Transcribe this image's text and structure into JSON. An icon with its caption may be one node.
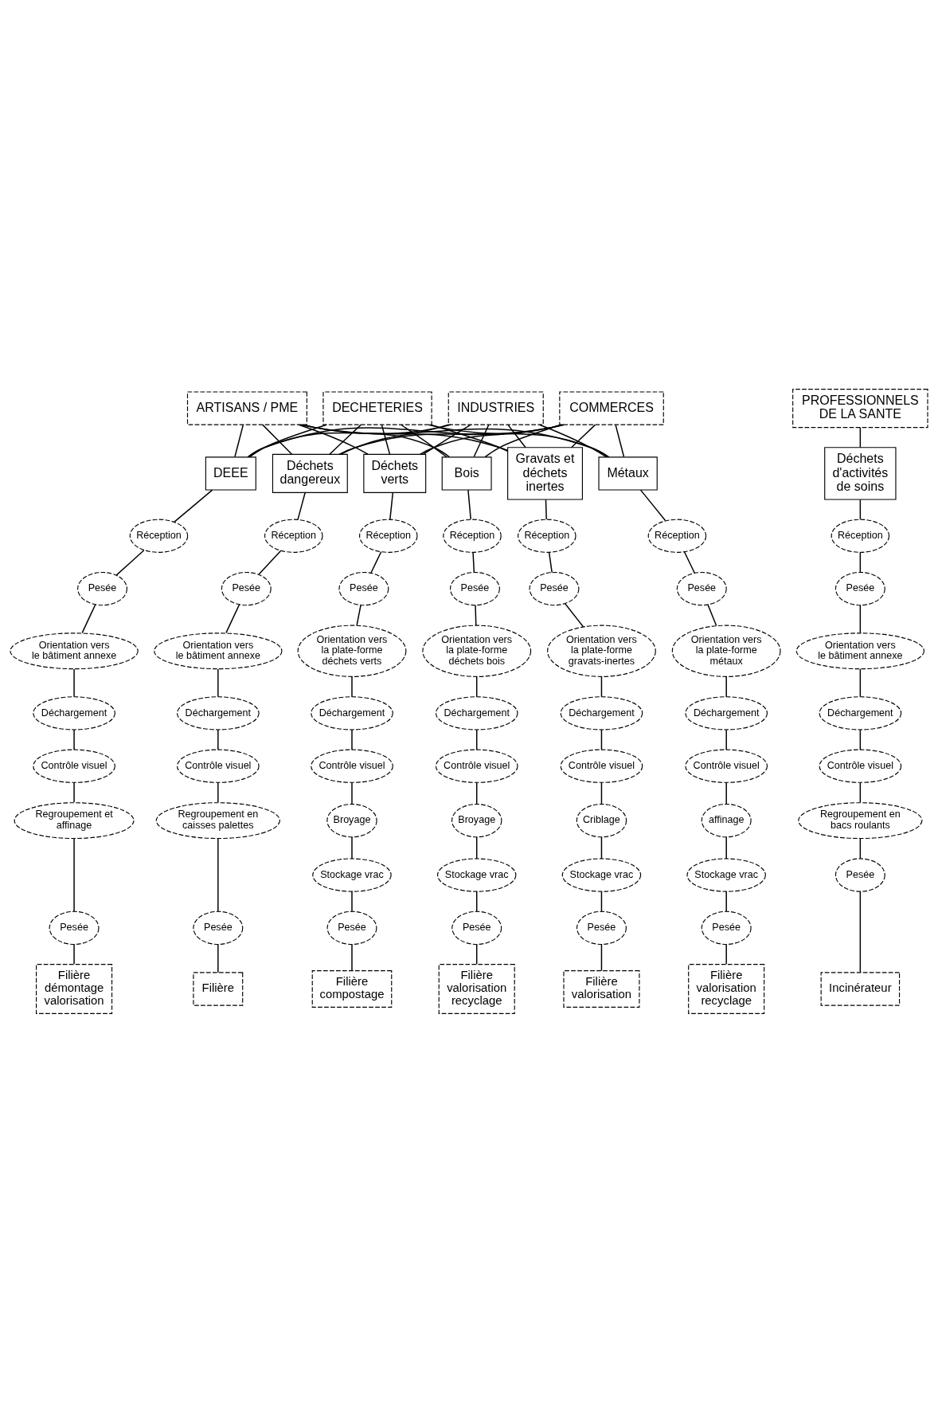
{
  "diagram": {
    "nodes": [
      {
        "text": [
          "INDUSTRIES"
        ]
      },
      {
        "text": [
          "COMMERCES"
        ]
      },
      {
        "text": [
          "ARTISANS / PME"
        ]
      },
      {
        "text": [
          "DECHETERIES"
        ]
      },
      {
        "text": [
          "PROFESSIONNELS DE LA SANTE"
        ]
      },
      {
        "text": [
          "DEEE"
        ]
      },
      {
        "text": [
          "Réception"
        ]
      },
      {
        "text": [
          "Pesée"
        ]
      },
      {
        "text": [
          "Orientation vers le bâtiment annexe"
        ]
      },
      {
        "text": [
          "Déchargement"
        ]
      },
      {
        "text": [
          "Contrôle visuel"
        ]
      },
      {
        "text": [
          "Regroupement et affinage"
        ]
      },
      {
        "text": [
          "Pesée"
        ]
      },
      {
        "text": [
          "Filière démontage valorisation"
        ]
      },
      {
        "text": [
          "Déchets dangereux"
        ]
      },
      {
        "text": [
          "Réception"
        ]
      },
      {
        "text": [
          "Pesée"
        ]
      },
      {
        "text": [
          "Orientation vers le bâtiment annexe"
        ]
      },
      {
        "text": [
          "Déchargement"
        ]
      },
      {
        "text": [
          "Contrôle visuel"
        ]
      },
      {
        "text": [
          "Regroupement en caisses palettes"
        ]
      },
      {
        "text": [
          "Pesée"
        ]
      },
      {
        "text": [
          "Filière"
        ]
      },
      {
        "text": [
          "Déchets verts"
        ]
      },
      {
        "text": [
          "Réception"
        ]
      },
      {
        "text": [
          "Pesée"
        ]
      },
      {
        "text": [
          "Orientation vers la plate-forme déchets verts"
        ]
      },
      {
        "text": [
          "Déchargement"
        ]
      },
      {
        "text": [
          "Contrôle visuel"
        ]
      },
      {
        "text": [
          "Broyage"
        ]
      },
      {
        "text": [
          "Stockage vrac"
        ]
      },
      {
        "text": [
          "Pesée"
        ]
      },
      {
        "text": [
          "Filière compostage"
        ]
      },
      {
        "text": [
          "Bois"
        ]
      },
      {
        "text": [
          "Réception"
        ]
      },
      {
        "text": [
          "Pesée"
        ]
      },
      {
        "text": [
          "Orientation vers la plate-forme déchets bois"
        ]
      },
      {
        "text": [
          "Déchargement"
        ]
      },
      {
        "text": [
          "Contrôle visuel"
        ]
      },
      {
        "text": [
          "Broyage"
        ]
      },
      {
        "text": [
          "Stockage vrac"
        ]
      },
      {
        "text": [
          "Pesée"
        ]
      },
      {
        "text": [
          "Filière valorisation recyclage"
        ]
      },
      {
        "text": [
          "Gravats et déchets inertes"
        ]
      },
      {
        "text": [
          "Réception"
        ]
      },
      {
        "text": [
          "Pesée"
        ]
      },
      {
        "text": [
          "Orientation vers la plate-forme gravats-inertes"
        ]
      },
      {
        "text": [
          "Déchargement"
        ]
      },
      {
        "text": [
          "Contrôle visuel"
        ]
      },
      {
        "text": [
          "Criblage"
        ]
      },
      {
        "text": [
          "Stockage vrac"
        ]
      },
      {
        "text": [
          "Pesée"
        ]
      },
      {
        "text": [
          "Filière valorisation"
        ]
      },
      {
        "text": [
          "Métaux"
        ]
      },
      {
        "text": [
          "Réception"
        ]
      },
      {
        "text": [
          "Pesée"
        ]
      },
      {
        "text": [
          "Orientation vers la plate-forme métaux"
        ]
      },
      {
        "text": [
          "Déchargement"
        ]
      },
      {
        "text": [
          "Contrôle visuel"
        ]
      },
      {
        "text": [
          "affinage"
        ]
      },
      {
        "text": [
          "Stockage vrac"
        ]
      },
      {
        "text": [
          "Pesée"
        ]
      },
      {
        "text": [
          "Filière valorisation recyclage"
        ]
      },
      {
        "text": [
          "Déchets d'activités de soins"
        ]
      },
      {
        "text": [
          "Réception"
        ]
      },
      {
        "text": [
          "Pesée"
        ]
      },
      {
        "text": [
          "Orientation vers le bâtiment annexe"
        ]
      },
      {
        "text": [
          "Déchargement"
        ]
      },
      {
        "text": [
          "Contrôle visuel"
        ]
      },
      {
        "text": [
          "Regroupement en bacs roulants"
        ]
      },
      {
        "text": [
          "Pesée"
        ]
      },
      {
        "text": [
          "Incinérateur"
        ]
      }
    ],
    "edges": [
      {
        "from": 0,
        "to": 5,
        "arrow": "none"
      },
      {
        "from": 0,
        "to": 14,
        "arrow": "none"
      },
      {
        "from": 0,
        "to": 23,
        "arrow": "none"
      },
      {
        "from": 0,
        "to": 33,
        "arrow": "none"
      },
      {
        "from": 0,
        "to": 43,
        "arrow": "none"
      },
      {
        "from": 0,
        "to": 53,
        "arrow": "none"
      },
      {
        "from": 1,
        "to": 5,
        "arrow": "none"
      },
      {
        "from": 1,
        "to": 14,
        "arrow": "none"
      },
      {
        "from": 1,
        "to": 23,
        "arrow": "none"
      },
      {
        "from": 1,
        "to": 33,
        "arrow": "none"
      },
      {
        "from": 1,
        "to": 43,
        "arrow": "none"
      },
      {
        "from": 1,
        "to": 53,
        "arrow": "none"
      },
      {
        "from": 2,
        "to": 5,
        "arrow": "none"
      },
      {
        "from": 2,
        "to": 14,
        "arrow": "none"
      },
      {
        "from": 2,
        "to": 23,
        "arrow": "none"
      },
      {
        "from": 2,
        "to": 33,
        "arrow": "none"
      },
      {
        "from": 2,
        "to": 43,
        "arrow": "none"
      },
      {
        "from": 2,
        "to": 53,
        "arrow": "none"
      },
      {
        "from": 3,
        "to": 5,
        "arrow": "none"
      },
      {
        "from": 3,
        "to": 14,
        "arrow": "none"
      },
      {
        "from": 3,
        "to": 23,
        "arrow": "none"
      },
      {
        "from": 3,
        "to": 33,
        "arrow": "none"
      },
      {
        "from": 3,
        "to": 43,
        "arrow": "none"
      },
      {
        "from": 3,
        "to": 53,
        "arrow": "none"
      },
      {
        "from": 4,
        "to": 63,
        "arrow": "none"
      },
      {
        "from": 5,
        "to": 6,
        "arrow": "none"
      },
      {
        "from": 6,
        "to": 7,
        "arrow": "none"
      },
      {
        "from": 7,
        "to": 8,
        "arrow": "none"
      },
      {
        "from": 8,
        "to": 9,
        "arrow": "none"
      },
      {
        "from": 9,
        "to": 10,
        "arrow": "none"
      },
      {
        "from": 10,
        "to": 11,
        "arrow": "none"
      },
      {
        "from": 11,
        "to": 12,
        "arrow": "none"
      },
      {
        "from": 12,
        "to": 13,
        "arrow": "none"
      },
      {
        "from": 14,
        "to": 15,
        "arrow": "none"
      },
      {
        "from": 15,
        "to": 16,
        "arrow": "none"
      },
      {
        "from": 16,
        "to": 17,
        "arrow": "none"
      },
      {
        "from": 17,
        "to": 18,
        "arrow": "none"
      },
      {
        "from": 18,
        "to": 19,
        "arrow": "none"
      },
      {
        "from": 19,
        "to": 20,
        "arrow": "none"
      },
      {
        "from": 20,
        "to": 21,
        "arrow": "none"
      },
      {
        "from": 21,
        "to": 22,
        "arrow": "none"
      },
      {
        "from": 23,
        "to": 24,
        "arrow": "none"
      },
      {
        "from": 24,
        "to": 25,
        "arrow": "none"
      },
      {
        "from": 25,
        "to": 26,
        "arrow": "none"
      },
      {
        "from": 26,
        "to": 27,
        "arrow": "none"
      },
      {
        "from": 27,
        "to": 28,
        "arrow": "none"
      },
      {
        "from": 28,
        "to": 29,
        "arrow": "none"
      },
      {
        "from": 29,
        "to": 30,
        "arrow": "none"
      },
      {
        "from": 30,
        "to": 31,
        "arrow": "none"
      },
      {
        "from": 31,
        "to": 32,
        "arrow": "none"
      },
      {
        "from": 33,
        "to": 34,
        "arrow": "none"
      },
      {
        "from": 34,
        "to": 35,
        "arrow": "none"
      },
      {
        "from": 35,
        "to": 36,
        "arrow": "none"
      },
      {
        "from": 36,
        "to": 37,
        "arrow": "none"
      },
      {
        "from": 37,
        "to": 38,
        "arrow": "none"
      },
      {
        "from": 38,
        "to": 39,
        "arrow": "none"
      },
      {
        "from": 39,
        "to": 40,
        "arrow": "none"
      },
      {
        "from": 40,
        "to": 41,
        "arrow": "none"
      },
      {
        "from": 41,
        "to": 42,
        "arrow": "none"
      },
      {
        "from": 43,
        "to": 44,
        "arrow": "none"
      },
      {
        "from": 44,
        "to": 45,
        "arrow": "none"
      },
      {
        "from": 45,
        "to": 46,
        "arrow": "none"
      },
      {
        "from": 46,
        "to": 47,
        "arrow": "none"
      },
      {
        "from": 47,
        "to": 48,
        "arrow": "none"
      },
      {
        "from": 48,
        "to": 49,
        "arrow": "none"
      },
      {
        "from": 49,
        "to": 50,
        "arrow": "none"
      },
      {
        "from": 50,
        "to": 51,
        "arrow": "none"
      },
      {
        "from": 51,
        "to": 52,
        "arrow": "none"
      },
      {
        "from": 53,
        "to": 54,
        "arrow": "none"
      },
      {
        "from": 54,
        "to": 55,
        "arrow": "none"
      },
      {
        "from": 55,
        "to": 56,
        "arrow": "none"
      },
      {
        "from": 56,
        "to": 57,
        "arrow": "none"
      },
      {
        "from": 57,
        "to": 58,
        "arrow": "none"
      },
      {
        "from": 58,
        "to": 59,
        "arrow": "none"
      },
      {
        "from": 59,
        "to": 60,
        "arrow": "none"
      },
      {
        "from": 60,
        "to": 61,
        "arrow": "none"
      },
      {
        "from": 61,
        "to": 62,
        "arrow": "none"
      },
      {
        "from": 63,
        "to": 64,
        "arrow": "none"
      },
      {
        "from": 64,
        "to": 65,
        "arrow": "none"
      },
      {
        "from": 65,
        "to": 66,
        "arrow": "none"
      },
      {
        "from": 66,
        "to": 67,
        "arrow": "none"
      },
      {
        "from": 67,
        "to": 68,
        "arrow": "none"
      },
      {
        "from": 68,
        "to": 69,
        "arrow": "none"
      },
      {
        "from": 69,
        "to": 70,
        "arrow": "none"
      },
      {
        "from": 70,
        "to": 71,
        "arrow": "none"
      }
    ]
  }
}
